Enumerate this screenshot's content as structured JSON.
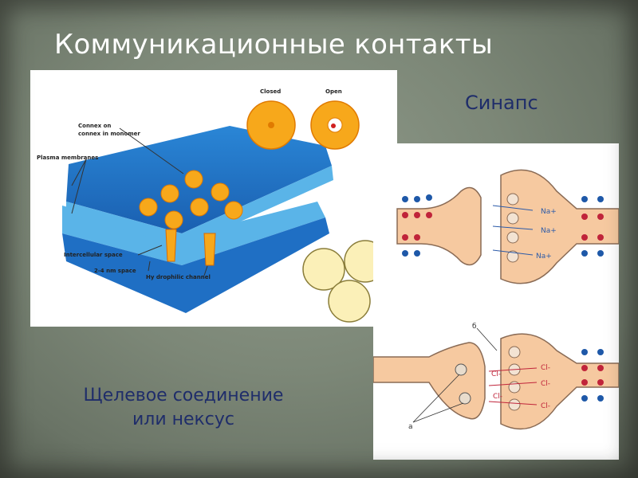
{
  "slide": {
    "title": "Коммуникационные контакты",
    "synapse_label": "Синапс",
    "gap_junction_label": "Щелевое соединение или нексус"
  },
  "gap_diagram": {
    "labels": {
      "closed": "Closed",
      "open": "Open",
      "connexon_line1": "Connex on",
      "connexon_line2": "connex in monomer",
      "plasma_membranes": "Plasma membranes",
      "intercellular_space": "Intercellular space",
      "nm_space": "2-4 nm space",
      "hydrophilic_channel": "Hy drophilic channel"
    },
    "colors": {
      "membrane": "#1f6fc4",
      "membrane_light": "#5ab4e8",
      "connexon": "#f7a81b"
    }
  },
  "synapse_diagram": {
    "ions_top": [
      "Na+",
      "Na+",
      "Na+"
    ],
    "ions_bottom": [
      "Cl-",
      "Cl-",
      "Cl-",
      "Cl-",
      "Cl-"
    ],
    "label_a": "а",
    "label_b": "б",
    "colors": {
      "cell": "#f6c9a0",
      "cell_border": "#8a6b55",
      "plus": "#1e58a8",
      "minus": "#c0243a"
    }
  }
}
